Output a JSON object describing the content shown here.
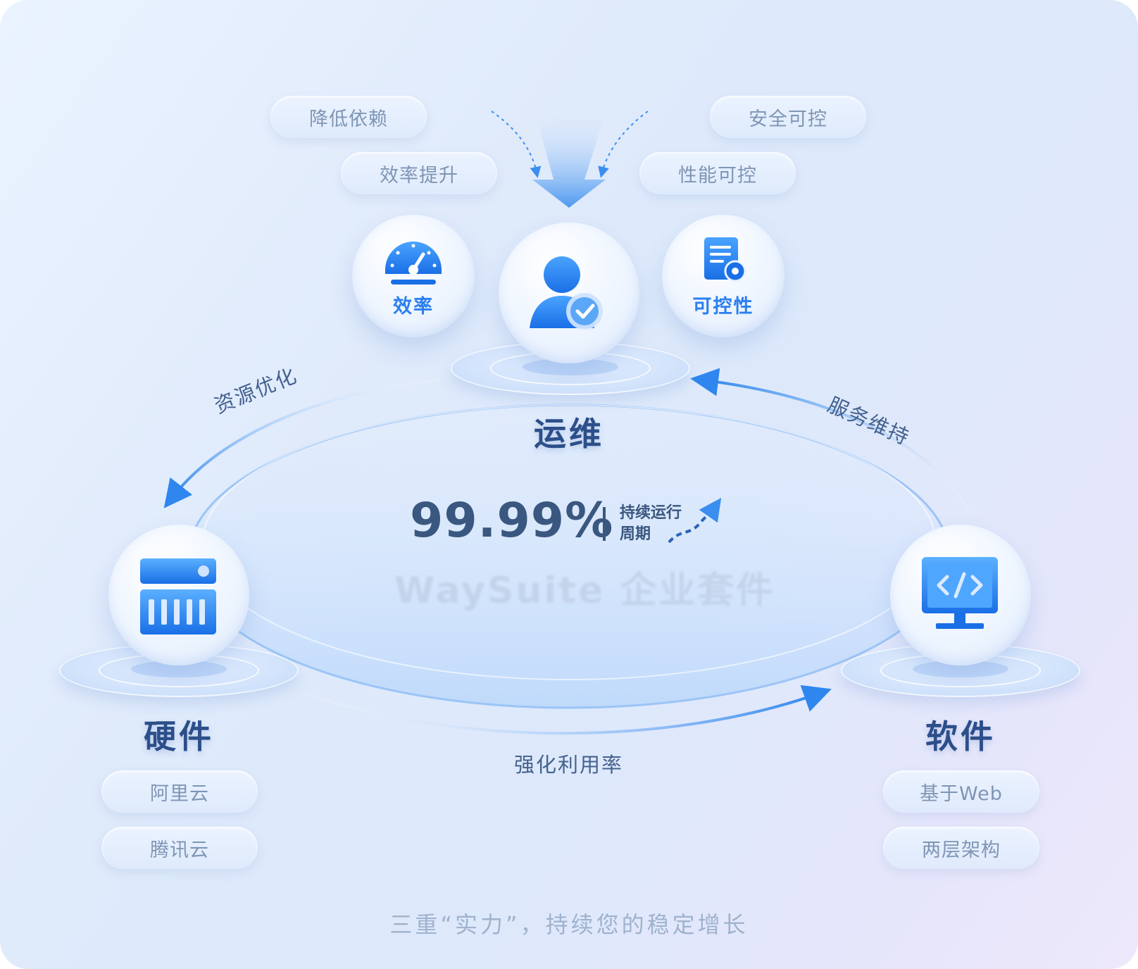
{
  "center": {
    "node_title": "运维",
    "top_left_pills": [
      "降低依赖",
      "效率提升"
    ],
    "top_right_pills": [
      "安全可控",
      "性能可控"
    ],
    "left_bubble_label": "效率",
    "right_bubble_label": "可控性",
    "icon": "user-check-icon"
  },
  "hardware": {
    "node_title": "硬件",
    "pills": [
      "阿里云",
      "腾讯云"
    ],
    "icon": "server-icon"
  },
  "software": {
    "node_title": "软件",
    "pills": [
      "基于Web",
      "两层架构"
    ],
    "icon": "monitor-code-icon"
  },
  "edges": {
    "ops_to_hardware": "资源优化",
    "software_to_ops": "服务维持",
    "hardware_to_software": "强化利用率"
  },
  "stats": {
    "uptime_value": "99.99%",
    "uptime_caption_line1": "持续运行",
    "uptime_caption_line2": "周期",
    "watermark": "WaySuite 企业套件"
  },
  "footer": {
    "tagline": "三重“实力”，持续您的稳定增长"
  },
  "colors": {
    "accent": "#2b7ff0",
    "title": "#2c4f8a",
    "muted": "#7f95b4"
  }
}
